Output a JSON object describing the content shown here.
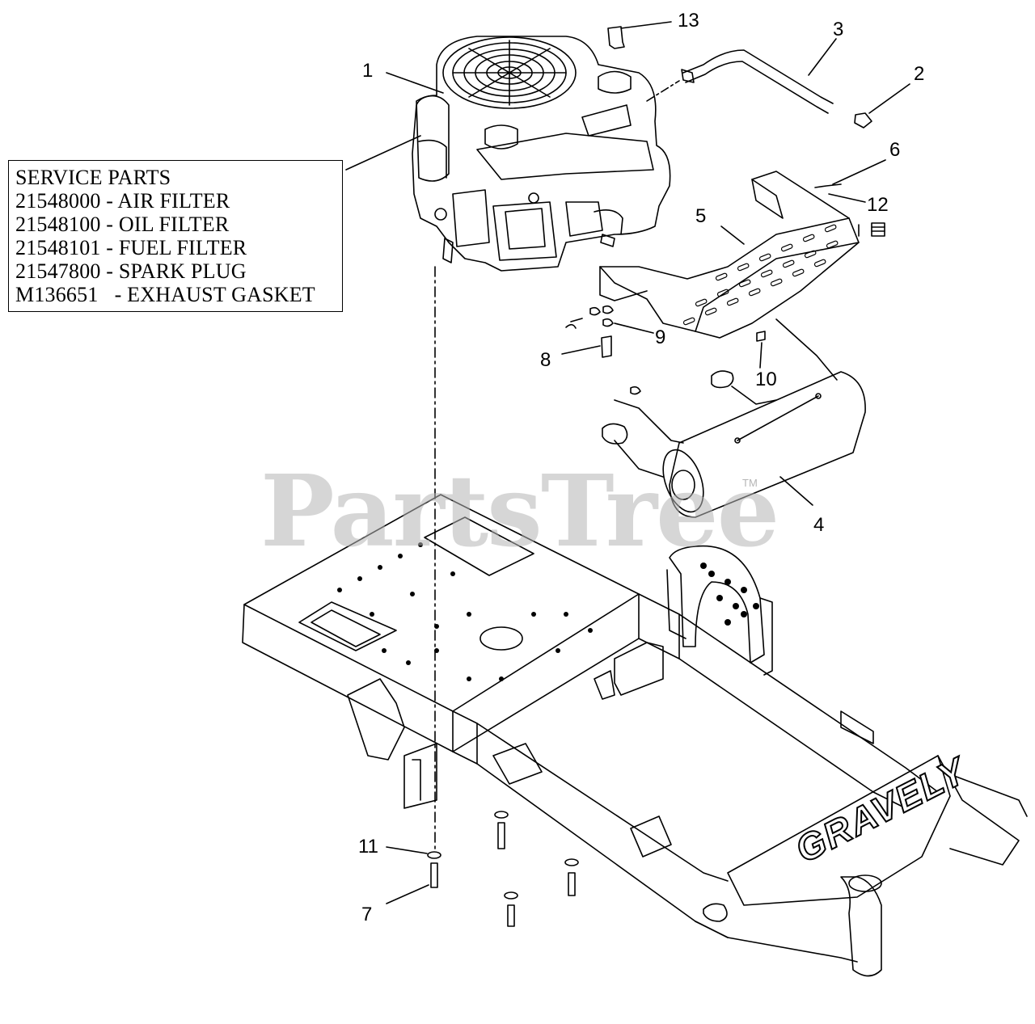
{
  "service_parts": {
    "heading": "SERVICE PARTS",
    "items": [
      "21548000 - AIR FILTER",
      "21548100 - OIL FILTER",
      "21548101 - FUEL FILTER",
      "21547800 - SPARK PLUG",
      "M136651   - EXHAUST GASKET"
    ]
  },
  "callouts": {
    "c1": "1",
    "c2": "2",
    "c3": "3",
    "c4": "4",
    "c5": "5",
    "c6": "6",
    "c7": "7",
    "c8": "8",
    "c9": "9",
    "c10": "10",
    "c11": "11",
    "c12": "12",
    "c13": "13"
  },
  "watermark": {
    "text": "PartsTree",
    "tm": "TM"
  },
  "brand": "GRAVELY"
}
